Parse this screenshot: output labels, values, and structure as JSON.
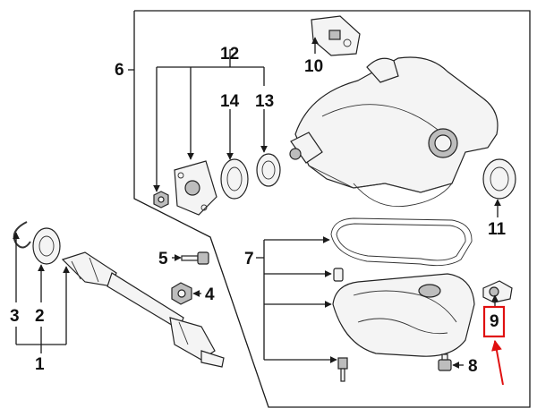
{
  "callouts": {
    "c1": "1",
    "c2": "2",
    "c3": "3",
    "c4": "4",
    "c5": "5",
    "c6": "6",
    "c7": "7",
    "c8": "8",
    "c9": "9",
    "c10": "10",
    "c11": "11",
    "c12": "12",
    "c13": "13",
    "c14": "14"
  },
  "highlight": {
    "callout": "9",
    "box_color": "#e01010",
    "arrow_color": "#e01010"
  }
}
